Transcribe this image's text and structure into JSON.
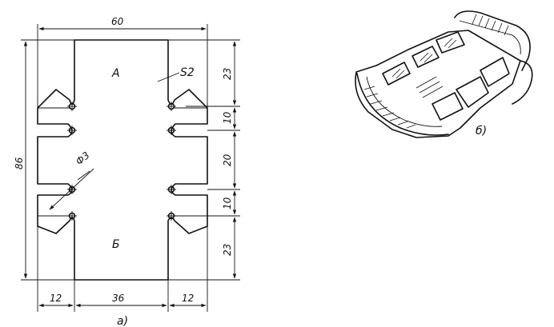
{
  "figure_a": {
    "caption": "а)",
    "region_top": "А",
    "region_bottom": "Б",
    "material_label": "S2",
    "hole_label": "Ф3",
    "dimensions": {
      "overall_width": "60",
      "overall_height": "86",
      "left_margin": "12",
      "center_width": "36",
      "right_margin": "12",
      "seg_1": "23",
      "seg_2": "10",
      "seg_3": "20",
      "seg_4": "10",
      "seg_5": "23"
    }
  },
  "figure_b": {
    "caption": "б)"
  }
}
